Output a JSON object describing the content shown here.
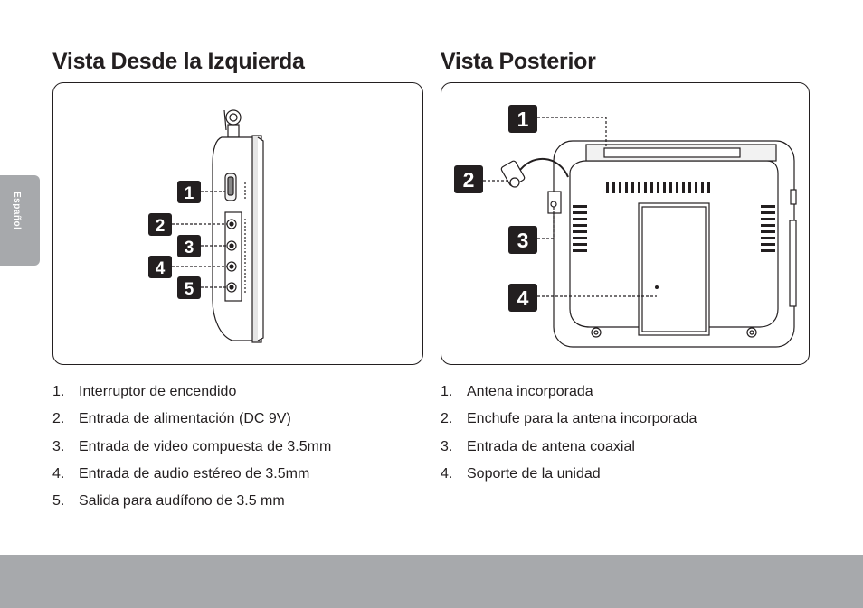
{
  "side_tab": {
    "label": "Español"
  },
  "left_section": {
    "title": "Vista Desde la Izquierda",
    "callouts": [
      "1",
      "2",
      "3",
      "4",
      "5"
    ],
    "items": [
      {
        "num": "1.",
        "text": "Interruptor de encendido"
      },
      {
        "num": "2.",
        "text": "Entrada de alimentación (DC 9V)"
      },
      {
        "num": "3.",
        "text": "Entrada de video compuesta de 3.5mm"
      },
      {
        "num": "4.",
        "text": "Entrada de audio estéreo de 3.5mm"
      },
      {
        "num": "5.",
        "text": "Salida para audífono de 3.5 mm"
      }
    ]
  },
  "right_section": {
    "title": "Vista Posterior",
    "callouts": [
      "1",
      "2",
      "3",
      "4"
    ],
    "items": [
      {
        "num": "1.",
        "text": "Antena incorporada"
      },
      {
        "num": "2.",
        "text": "Enchufe para la antena incorporada"
      },
      {
        "num": "3.",
        "text": "Entrada de antena coaxial"
      },
      {
        "num": "4.",
        "text": "Soporte de la unidad"
      }
    ]
  },
  "colors": {
    "footer": "#a7a9ac",
    "callout_box": "#231f20",
    "text": "#231f20"
  }
}
